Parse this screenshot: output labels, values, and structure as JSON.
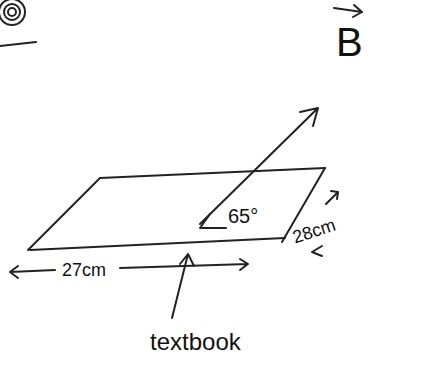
{
  "diagram": {
    "labels": [
      "B",
      "65°",
      "28cm",
      "27cm",
      "textbook"
    ]
  }
}
